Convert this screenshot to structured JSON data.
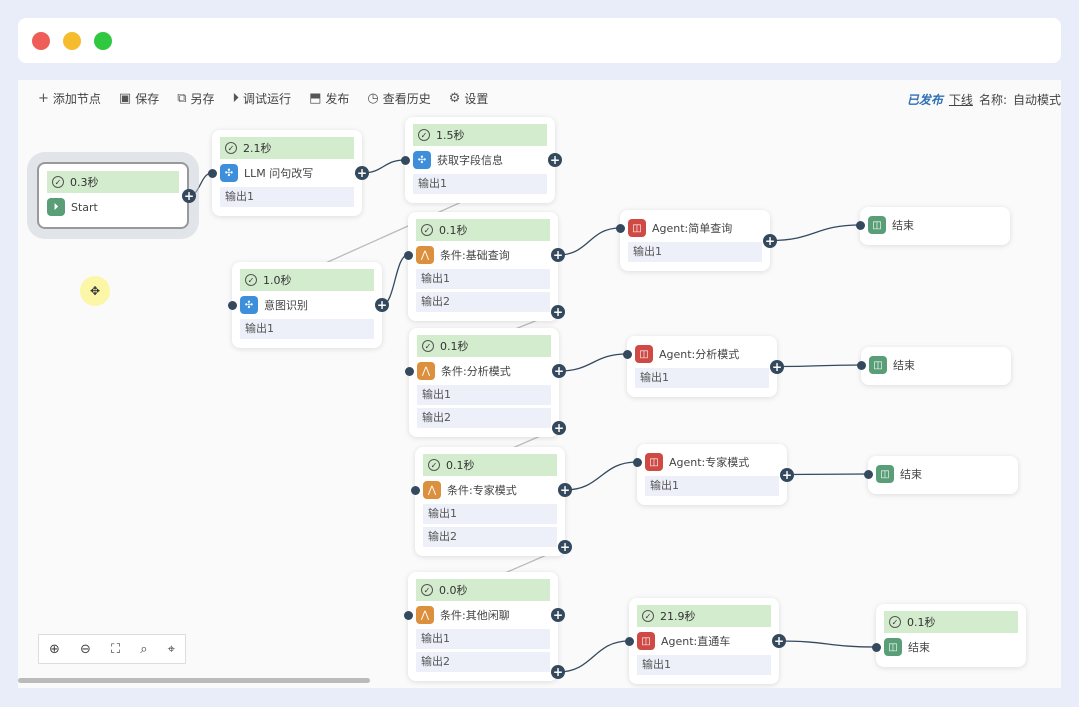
{
  "window": {
    "buttons": [
      "close",
      "minimize",
      "maximize"
    ],
    "colors": {
      "close": "#ee5d57",
      "minimize": "#f5bd2e",
      "maximize": "#2fc840"
    }
  },
  "toolbar": {
    "items": [
      {
        "icon": "plus-icon",
        "glyph": "+",
        "label": "添加节点"
      },
      {
        "icon": "save-icon",
        "glyph": "▣",
        "label": "保存"
      },
      {
        "icon": "save-as-icon",
        "glyph": "⧉",
        "label": "另存"
      },
      {
        "icon": "play-icon",
        "glyph": "⏵",
        "label": "调试运行"
      },
      {
        "icon": "publish-icon",
        "glyph": "⬒",
        "label": "发布"
      },
      {
        "icon": "history-icon",
        "glyph": "◷",
        "label": "查看历史"
      },
      {
        "icon": "settings-icon",
        "glyph": "⚙",
        "label": "设置"
      }
    ]
  },
  "status": {
    "published": "已发布",
    "offline": "下线",
    "name_label": "名称:",
    "name_value": "自动模式"
  },
  "colors": {
    "status_bg": "#d4ecce",
    "start": "#5a9e78",
    "llm": "#3d8fdc",
    "cond": "#dc8f3c",
    "agent": "#cf4a44",
    "end": "#5a9e78",
    "port": "#34495e"
  },
  "nodes": [
    {
      "type": "start",
      "status": "0.3秒",
      "title": "Start",
      "outputs": []
    },
    {
      "type": "llm",
      "status": "2.1秒",
      "title": "LLM 问句改写",
      "outputs": [
        "输出1"
      ]
    },
    {
      "type": "llm",
      "status": "1.5秒",
      "title": "获取字段信息",
      "outputs": [
        "输出1"
      ]
    },
    {
      "type": "llm",
      "status": "1.0秒",
      "title": "意图识别",
      "outputs": [
        "输出1"
      ]
    },
    {
      "type": "cond",
      "status": "0.1秒",
      "title": "条件:基础查询",
      "outputs": [
        "输出1",
        "输出2"
      ]
    },
    {
      "type": "agent",
      "status": null,
      "title": "Agent:简单查询",
      "outputs": [
        "输出1"
      ]
    },
    {
      "type": "end",
      "status": null,
      "title": "结束",
      "outputs": []
    },
    {
      "type": "cond",
      "status": "0.1秒",
      "title": "条件:分析模式",
      "outputs": [
        "输出1",
        "输出2"
      ]
    },
    {
      "type": "agent",
      "status": null,
      "title": "Agent:分析模式",
      "outputs": [
        "输出1"
      ]
    },
    {
      "type": "end",
      "status": null,
      "title": "结束",
      "outputs": []
    },
    {
      "type": "cond",
      "status": "0.1秒",
      "title": "条件:专家模式",
      "outputs": [
        "输出1",
        "输出2"
      ]
    },
    {
      "type": "agent",
      "status": null,
      "title": "Agent:专家模式",
      "outputs": [
        "输出1"
      ]
    },
    {
      "type": "end",
      "status": null,
      "title": "结束",
      "outputs": []
    },
    {
      "type": "cond",
      "status": "0.0秒",
      "title": "条件:其他闲聊",
      "outputs": [
        "输出1",
        "输出2"
      ]
    },
    {
      "type": "agent",
      "status": "21.9秒",
      "title": "Agent:直通车",
      "outputs": [
        "输出1"
      ]
    },
    {
      "type": "end",
      "status": "0.1秒",
      "title": "结束",
      "outputs": []
    }
  ],
  "zoom_controls": [
    {
      "icon": "zoom-in-icon",
      "glyph": "⊕"
    },
    {
      "icon": "zoom-out-icon",
      "glyph": "⊖"
    },
    {
      "icon": "fit-view-icon",
      "glyph": "⛶"
    },
    {
      "icon": "search-icon",
      "glyph": "⌕"
    },
    {
      "icon": "locate-icon",
      "glyph": "⌖"
    }
  ]
}
